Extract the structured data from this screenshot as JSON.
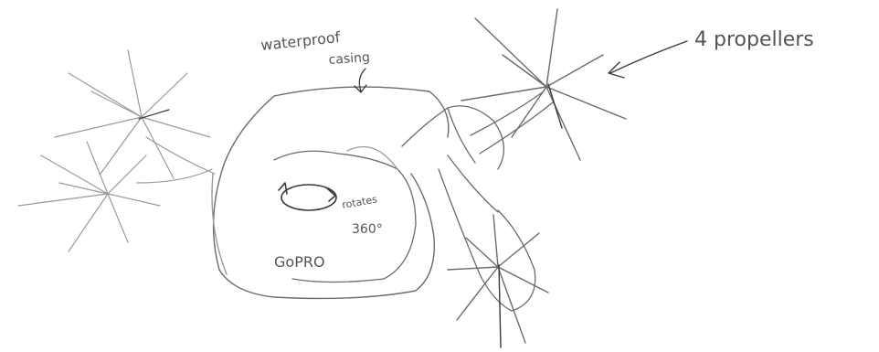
{
  "annotations": {
    "casing_label_line1": "waterproof",
    "casing_label_line2": "casing",
    "propellers_label": "4 propellers",
    "rotate_label_line1": "rotates",
    "rotate_label_line2": "360°",
    "camera_label": "GoPRO"
  },
  "colors": {
    "ink": "#6b6b6b",
    "ink_dark": "#3a3a3a",
    "ink_light": "#9a9a9a",
    "paper": "#ffffff"
  }
}
